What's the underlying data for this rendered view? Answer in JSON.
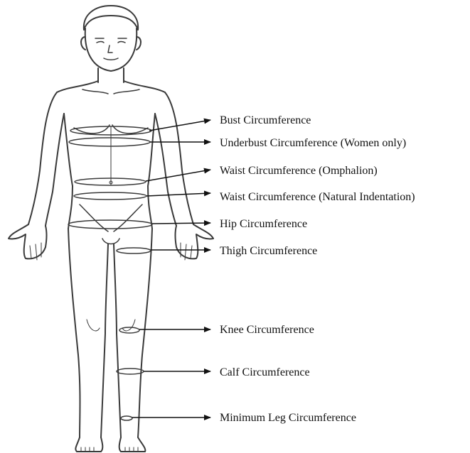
{
  "colors": {
    "outline": "#3a3a3a",
    "leader": "#111111",
    "text": "#111111",
    "background": "#ffffff"
  },
  "figure": {
    "subject": "front-view human body outline",
    "icon": "body-outline-icon"
  },
  "measurements": [
    {
      "id": "bust",
      "label": "Bust Circumference"
    },
    {
      "id": "underbust",
      "label": "Underbust Circumference (Women only)"
    },
    {
      "id": "waist-omphalion",
      "label": "Waist Circumference (Omphalion)"
    },
    {
      "id": "waist-natural",
      "label": "Waist Circumference (Natural Indentation)"
    },
    {
      "id": "hip",
      "label": "Hip Circumference"
    },
    {
      "id": "thigh",
      "label": "Thigh Circumference"
    },
    {
      "id": "knee",
      "label": "Knee Circumference"
    },
    {
      "id": "calf",
      "label": "Calf Circumference"
    },
    {
      "id": "min-leg",
      "label": "Minimum Leg Circumference"
    }
  ]
}
